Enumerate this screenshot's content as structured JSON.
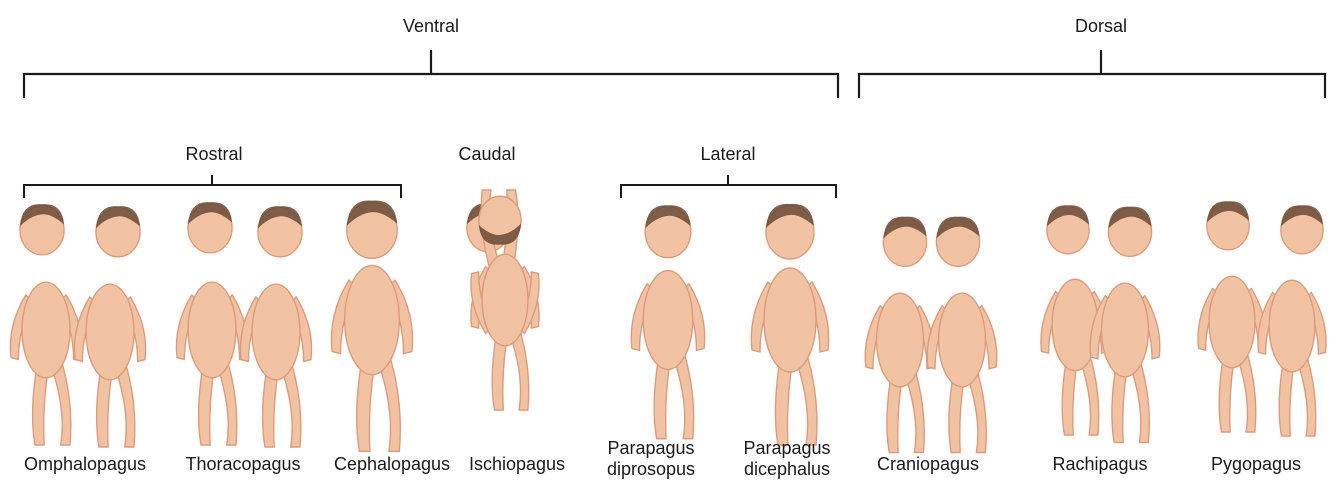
{
  "groups": {
    "ventral": "Ventral",
    "dorsal": "Dorsal",
    "rostral": "Rostral",
    "caudal": "Caudal",
    "lateral": "Lateral"
  },
  "types": [
    {
      "id": "omphalopagus",
      "lines": [
        "Omphalopagus"
      ]
    },
    {
      "id": "thoracopagus",
      "lines": [
        "Thoracopagus"
      ]
    },
    {
      "id": "cephalopagus",
      "lines": [
        "Cephalopagus"
      ]
    },
    {
      "id": "ischiopagus",
      "lines": [
        "Ischiopagus"
      ]
    },
    {
      "id": "parapagus-diprosopus",
      "lines": [
        "Parapagus",
        "diprosopus"
      ]
    },
    {
      "id": "parapagus-dicephalus",
      "lines": [
        "Parapagus",
        "dicephalus"
      ]
    },
    {
      "id": "craniopagus",
      "lines": [
        "Craniopagus"
      ]
    },
    {
      "id": "rachipagus",
      "lines": [
        "Rachipagus"
      ]
    },
    {
      "id": "pygopagus",
      "lines": [
        "Pygopagus"
      ]
    }
  ],
  "colors": {
    "skin": "#f2c3a2",
    "skin_shadow": "#dc9c7c",
    "hair": "#6b4a35",
    "line": "#1a1a1a"
  }
}
